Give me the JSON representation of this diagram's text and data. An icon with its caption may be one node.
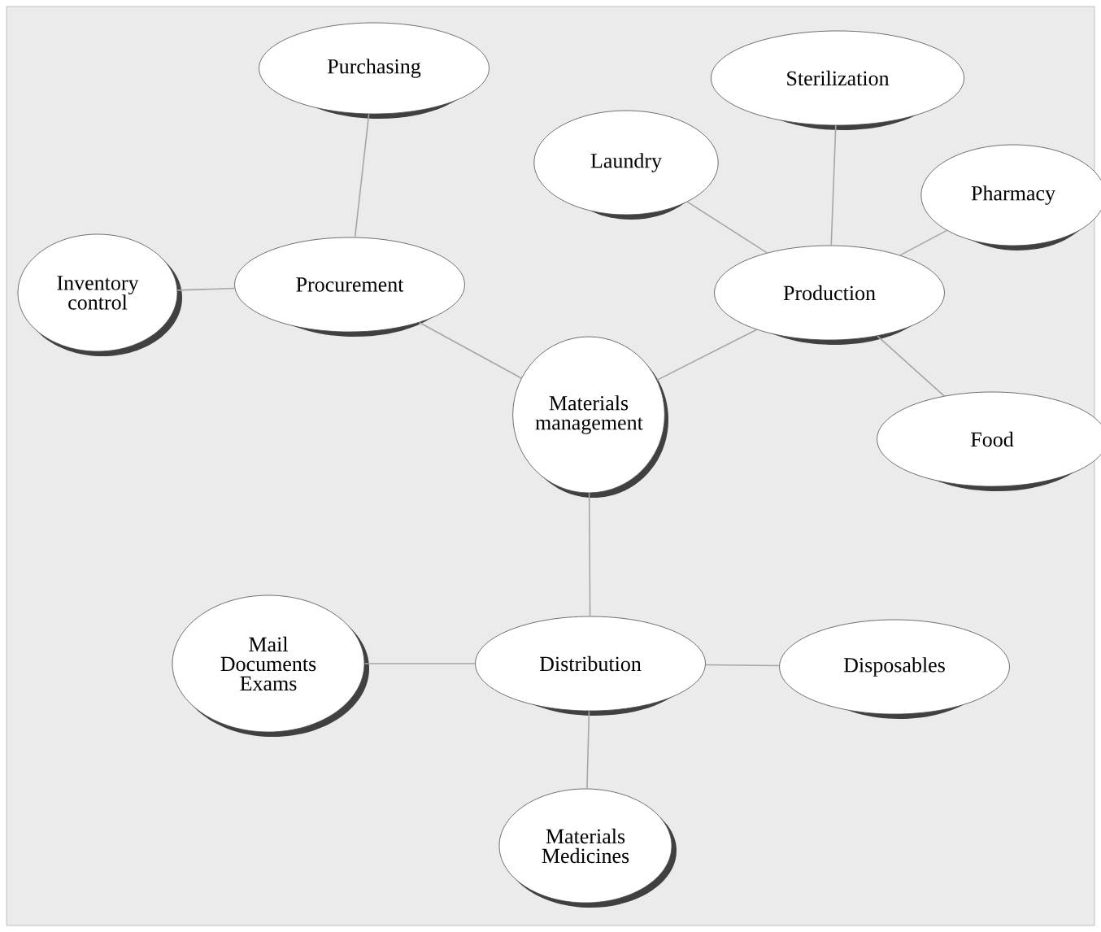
{
  "diagram": {
    "nodes": [
      {
        "text": [
          "Purchasing"
        ]
      },
      {
        "text": [
          "Inventory control"
        ]
      },
      {
        "text": [
          "Procurement"
        ]
      },
      {
        "text": [
          "Sterilization"
        ]
      },
      {
        "text": [
          "Laundry"
        ]
      },
      {
        "text": [
          "Pharmacy"
        ]
      },
      {
        "text": [
          "Production"
        ]
      },
      {
        "text": [
          "Materials management"
        ]
      },
      {
        "text": [
          "Food"
        ]
      },
      {
        "text": [
          "Mail Documents Exams"
        ]
      },
      {
        "text": [
          "Distribution"
        ]
      },
      {
        "text": [
          "Disposables"
        ]
      },
      {
        "text": [
          "Materials Medicines"
        ]
      }
    ],
    "edges": [
      {
        "from": 0,
        "to": 2,
        "arrow": "none"
      },
      {
        "from": 1,
        "to": 2,
        "arrow": "none"
      },
      {
        "from": 2,
        "to": 7,
        "arrow": "none"
      },
      {
        "from": 4,
        "to": 6,
        "arrow": "none"
      },
      {
        "from": 3,
        "to": 6,
        "arrow": "none"
      },
      {
        "from": 5,
        "to": 6,
        "arrow": "none"
      },
      {
        "from": 6,
        "to": 8,
        "arrow": "none"
      },
      {
        "from": 6,
        "to": 7,
        "arrow": "none"
      },
      {
        "from": 7,
        "to": 10,
        "arrow": "none"
      },
      {
        "from": 9,
        "to": 10,
        "arrow": "none"
      },
      {
        "from": 10,
        "to": 11,
        "arrow": "none"
      },
      {
        "from": 10,
        "to": 12,
        "arrow": "none"
      }
    ]
  }
}
